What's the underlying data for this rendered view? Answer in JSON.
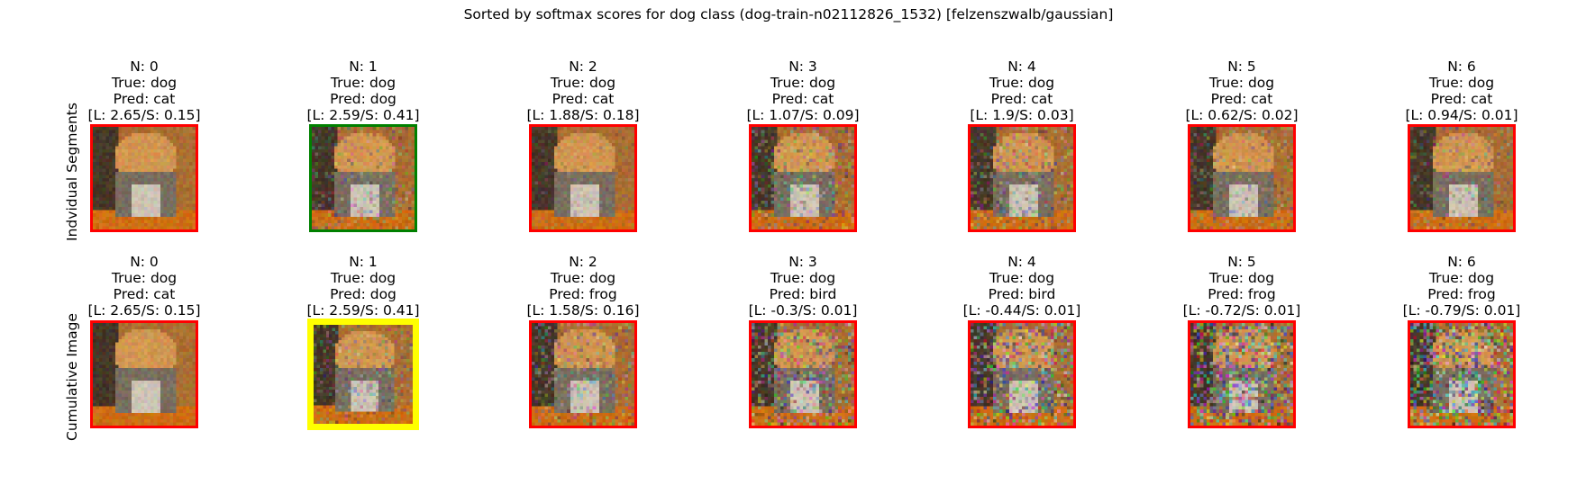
{
  "figure": {
    "title": "Sorted by softmax scores for dog class (dog-train-n02112826_1532) [felzenszwalb/gaussian]"
  },
  "rows": [
    {
      "label": "Indvidual Segments",
      "panels": [
        {
          "n": "N: 0",
          "true": "True: dog",
          "pred": "Pred: cat",
          "scores": "[L: 2.65/S: 0.15]",
          "border_color": "#ff0000",
          "highlight": false,
          "noise": 0.0
        },
        {
          "n": "N: 1",
          "true": "True: dog",
          "pred": "Pred: dog",
          "scores": "[L: 2.59/S: 0.41]",
          "border_color": "#008000",
          "highlight": false,
          "noise": 0.5
        },
        {
          "n": "N: 2",
          "true": "True: dog",
          "pred": "Pred: cat",
          "scores": "[L: 1.88/S: 0.18]",
          "border_color": "#ff0000",
          "highlight": false,
          "noise": 0.3
        },
        {
          "n": "N: 3",
          "true": "True: dog",
          "pred": "Pred: cat",
          "scores": "[L: 1.07/S: 0.09]",
          "border_color": "#ff0000",
          "highlight": false,
          "noise": 0.6
        },
        {
          "n": "N: 4",
          "true": "True: dog",
          "pred": "Pred: cat",
          "scores": "[L: 1.9/S: 0.03]",
          "border_color": "#ff0000",
          "highlight": false,
          "noise": 0.6
        },
        {
          "n": "N: 5",
          "true": "True: dog",
          "pred": "Pred: cat",
          "scores": "[L: 0.62/S: 0.02]",
          "border_color": "#ff0000",
          "highlight": false,
          "noise": 0.5
        },
        {
          "n": "N: 6",
          "true": "True: dog",
          "pred": "Pred: cat",
          "scores": "[L: 0.94/S: 0.01]",
          "border_color": "#ff0000",
          "highlight": false,
          "noise": 0.5
        }
      ]
    },
    {
      "label": "Cumulative Image",
      "panels": [
        {
          "n": "N: 0",
          "true": "True: dog",
          "pred": "Pred: cat",
          "scores": "[L: 2.65/S: 0.15]",
          "border_color": "#ff0000",
          "highlight": false,
          "noise": 0.0
        },
        {
          "n": "N: 1",
          "true": "True: dog",
          "pred": "Pred: dog",
          "scores": "[L: 2.59/S: 0.41]",
          "border_color": "#ffff00",
          "highlight": true,
          "noise": 0.5
        },
        {
          "n": "N: 2",
          "true": "True: dog",
          "pred": "Pred: frog",
          "scores": "[L: 1.58/S: 0.16]",
          "border_color": "#ff0000",
          "highlight": false,
          "noise": 0.6
        },
        {
          "n": "N: 3",
          "true": "True: dog",
          "pred": "Pred: bird",
          "scores": "[L: -0.3/S: 0.01]",
          "border_color": "#ff0000",
          "highlight": false,
          "noise": 0.8
        },
        {
          "n": "N: 4",
          "true": "True: dog",
          "pred": "Pred: bird",
          "scores": "[L: -0.44/S: 0.01]",
          "border_color": "#ff0000",
          "highlight": false,
          "noise": 0.9
        },
        {
          "n": "N: 5",
          "true": "True: dog",
          "pred": "Pred: frog",
          "scores": "[L: -0.72/S: 0.01]",
          "border_color": "#ff0000",
          "highlight": false,
          "noise": 1.0
        },
        {
          "n": "N: 6",
          "true": "True: dog",
          "pred": "Pred: frog",
          "scores": "[L: -0.79/S: 0.01]",
          "border_color": "#ff0000",
          "highlight": false,
          "noise": 1.0
        }
      ]
    }
  ]
}
